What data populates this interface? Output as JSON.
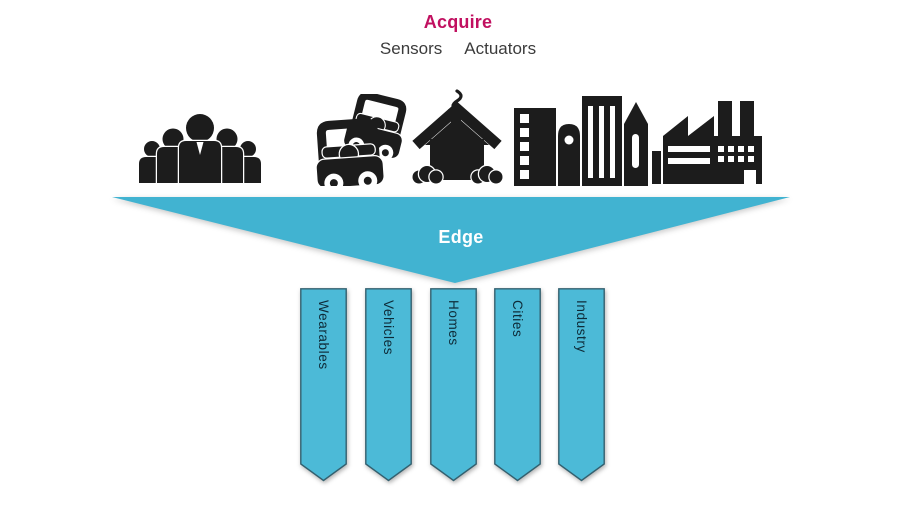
{
  "page": {
    "background_color": "#ffffff",
    "accent_cyan": "#41b3d1",
    "banner_fill": "#4cbad7",
    "banner_border": "#33606f",
    "banner_text_color": "#0e2b38",
    "title_color": "#c11060",
    "icon_color": "#1c1c1c"
  },
  "header": {
    "title": "Acquire",
    "subtitle_items": [
      "Sensors",
      "Actuators"
    ]
  },
  "sources": [
    {
      "icon": "people-icon",
      "meaning": "wearables"
    },
    {
      "icon": "cars-icon",
      "meaning": "vehicles"
    },
    {
      "icon": "house-icon",
      "meaning": "homes"
    },
    {
      "icon": "city-icon",
      "meaning": "cities"
    },
    {
      "icon": "factory-icon",
      "meaning": "industry"
    }
  ],
  "funnel": {
    "label": "Edge"
  },
  "banners": {
    "items": [
      {
        "label": "Wearables"
      },
      {
        "label": "Vehicles"
      },
      {
        "label": "Homes"
      },
      {
        "label": "Cities"
      },
      {
        "label": "Industry"
      }
    ]
  }
}
